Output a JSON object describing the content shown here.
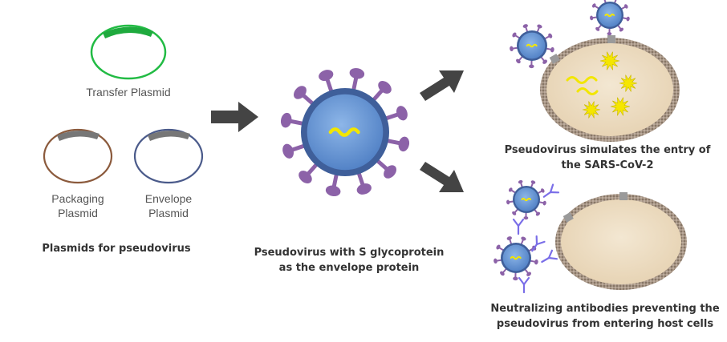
{
  "plasmids": {
    "transfer_label": "Transfer Plasmid",
    "packaging_label": "Packaging\nPlasmid",
    "envelope_label": "Envelope\nPlasmid",
    "section_caption": "Plasmids for pseudovirus"
  },
  "pseudovirus": {
    "caption": "Pseudovirus with S glycoprotein\nas the envelope protein"
  },
  "entry_panel": {
    "caption": "Pseudovirus simulates the entry of\nthe SARS-CoV-2"
  },
  "neutralization_panel": {
    "caption": "Neutralizing antibodies preventing the\npseudovirus from entering host cells"
  },
  "colors": {
    "transfer_ring": "#22bb44",
    "packaging_ring": "#8b5a3c",
    "envelope_ring": "#4a5a8a",
    "plasmid_insert": "#777777",
    "virus_body": "#6f9fd8",
    "virus_spike": "#8c62a8",
    "rna": "#f2e600",
    "cell_fill": "#efe1c8",
    "cell_membrane": "#9a8878",
    "antibody": "#7a6ee8",
    "arrow": "#444444"
  }
}
